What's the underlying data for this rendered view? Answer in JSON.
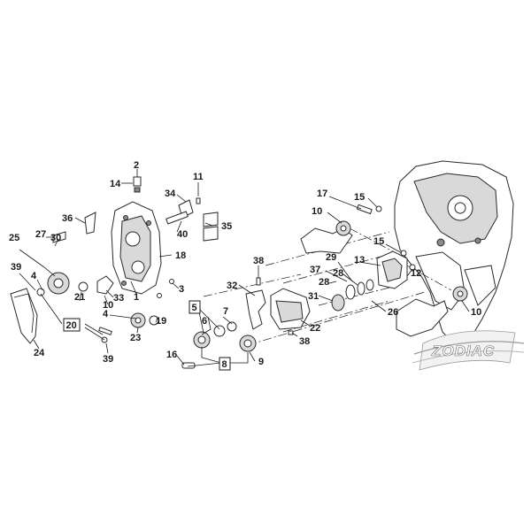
{
  "diagram": {
    "callouts": [
      {
        "id": "2",
        "label": "2"
      },
      {
        "id": "14",
        "label": "14"
      },
      {
        "id": "11",
        "label": "11"
      },
      {
        "id": "34",
        "label": "34"
      },
      {
        "id": "36",
        "label": "36"
      },
      {
        "id": "35",
        "label": "35"
      },
      {
        "id": "40",
        "label": "40"
      },
      {
        "id": "27",
        "label": "27"
      },
      {
        "id": "30",
        "label": "30"
      },
      {
        "id": "25",
        "label": "25"
      },
      {
        "id": "18",
        "label": "18"
      },
      {
        "id": "39a",
        "label": "39"
      },
      {
        "id": "4a",
        "label": "4"
      },
      {
        "id": "21",
        "label": "21"
      },
      {
        "id": "33",
        "label": "33"
      },
      {
        "id": "3",
        "label": "3"
      },
      {
        "id": "10a",
        "label": "10"
      },
      {
        "id": "1",
        "label": "1"
      },
      {
        "id": "4b",
        "label": "4"
      },
      {
        "id": "19",
        "label": "19"
      },
      {
        "id": "23",
        "label": "23"
      },
      {
        "id": "24",
        "label": "24"
      },
      {
        "id": "39b",
        "label": "39"
      },
      {
        "id": "38a",
        "label": "38"
      },
      {
        "id": "32",
        "label": "32"
      },
      {
        "id": "6",
        "label": "6"
      },
      {
        "id": "7",
        "label": "7"
      },
      {
        "id": "22",
        "label": "22"
      },
      {
        "id": "38b",
        "label": "38"
      },
      {
        "id": "16",
        "label": "16"
      },
      {
        "id": "9",
        "label": "9"
      },
      {
        "id": "17",
        "label": "17"
      },
      {
        "id": "15a",
        "label": "15"
      },
      {
        "id": "10b",
        "label": "10"
      },
      {
        "id": "15b",
        "label": "15"
      },
      {
        "id": "29",
        "label": "29"
      },
      {
        "id": "13",
        "label": "13"
      },
      {
        "id": "37",
        "label": "37"
      },
      {
        "id": "28a",
        "label": "28"
      },
      {
        "id": "12",
        "label": "12"
      },
      {
        "id": "28b",
        "label": "28"
      },
      {
        "id": "31",
        "label": "31"
      },
      {
        "id": "26",
        "label": "26"
      },
      {
        "id": "10c",
        "label": "10"
      }
    ],
    "boxed_callouts": [
      {
        "id": "20",
        "label": "20"
      },
      {
        "id": "5",
        "label": "5"
      },
      {
        "id": "8",
        "label": "8"
      }
    ]
  },
  "logo": {
    "text": "ZODIAC"
  },
  "colors": {
    "line": "#1a1a1a",
    "shade": "#d9d9d9",
    "logo_gray": "#6b6b6b"
  }
}
